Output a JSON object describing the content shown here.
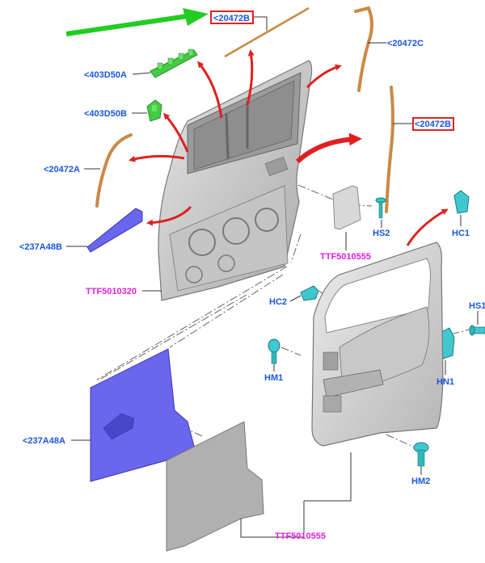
{
  "labels": {
    "l_20472B_top": "<20472B",
    "l_20472C": "<20472C",
    "l_403D50A": "<403D50A",
    "l_403D50B": "<403D50B",
    "l_20472B_mid": "<20472B",
    "l_20472A": "<20472A",
    "l_HS2": "HS2",
    "l_HC1": "HC1",
    "l_237A48B": "<237A48B",
    "l_TTF5010555_mid": "TTF5010555",
    "l_TTF5010320": "TTF5010320",
    "l_HC2": "HC2",
    "l_HS1": "HS1",
    "l_HM1": "HM1",
    "l_HN1": "HN1",
    "l_237A48A": "<237A48A",
    "l_HM2": "HM2",
    "l_TTF5010555_bot": "TTF5010555"
  },
  "colors": {
    "part_number_label": "#1a56e0",
    "fastener_label": "#e020e0",
    "highlight_box": "#e02020",
    "pointer_arrow": "#22cc22",
    "direction_arrow": "#e02020",
    "seal_strip": "#c98a45",
    "clip": "#44cc44",
    "insulation": "#6a66ee",
    "panel": "#b8b8b8"
  },
  "icons": {
    "pointer": "green-pointer-arrow",
    "removal": "red-curved-arrow"
  }
}
